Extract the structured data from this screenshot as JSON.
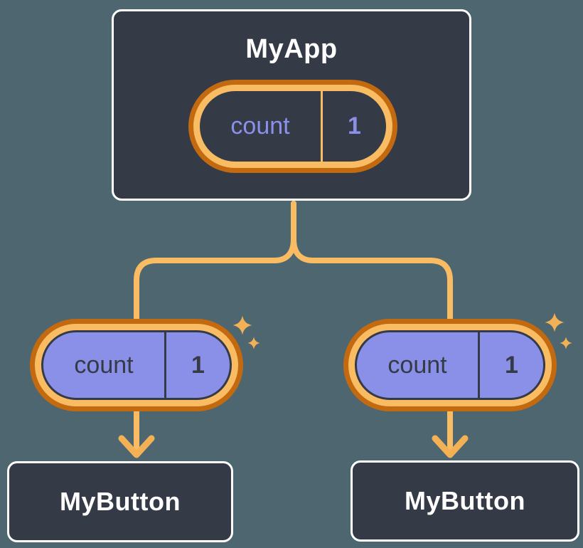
{
  "canvas": {
    "background": "#4e666f"
  },
  "colors": {
    "node_fill": "#343b46",
    "node_border": "#ffffff",
    "pill_ring_outer": "#c3690f",
    "pill_ring_inner": "#fabc62",
    "pill_fill_child": "#8a8fe8",
    "state_text_parent": "#8b90e8",
    "state_text_child": "#343b46",
    "connector_line": "#fabc62",
    "arrow": "#f4b054",
    "sparkle": "#f2b057",
    "title_text": "#ffffff"
  },
  "diagram": {
    "root": {
      "title": "MyApp",
      "state": {
        "name": "count",
        "value": "1"
      }
    },
    "children": [
      {
        "title": "MyButton",
        "state": {
          "name": "count",
          "value": "1"
        }
      },
      {
        "title": "MyButton",
        "state": {
          "name": "count",
          "value": "1"
        }
      }
    ]
  }
}
